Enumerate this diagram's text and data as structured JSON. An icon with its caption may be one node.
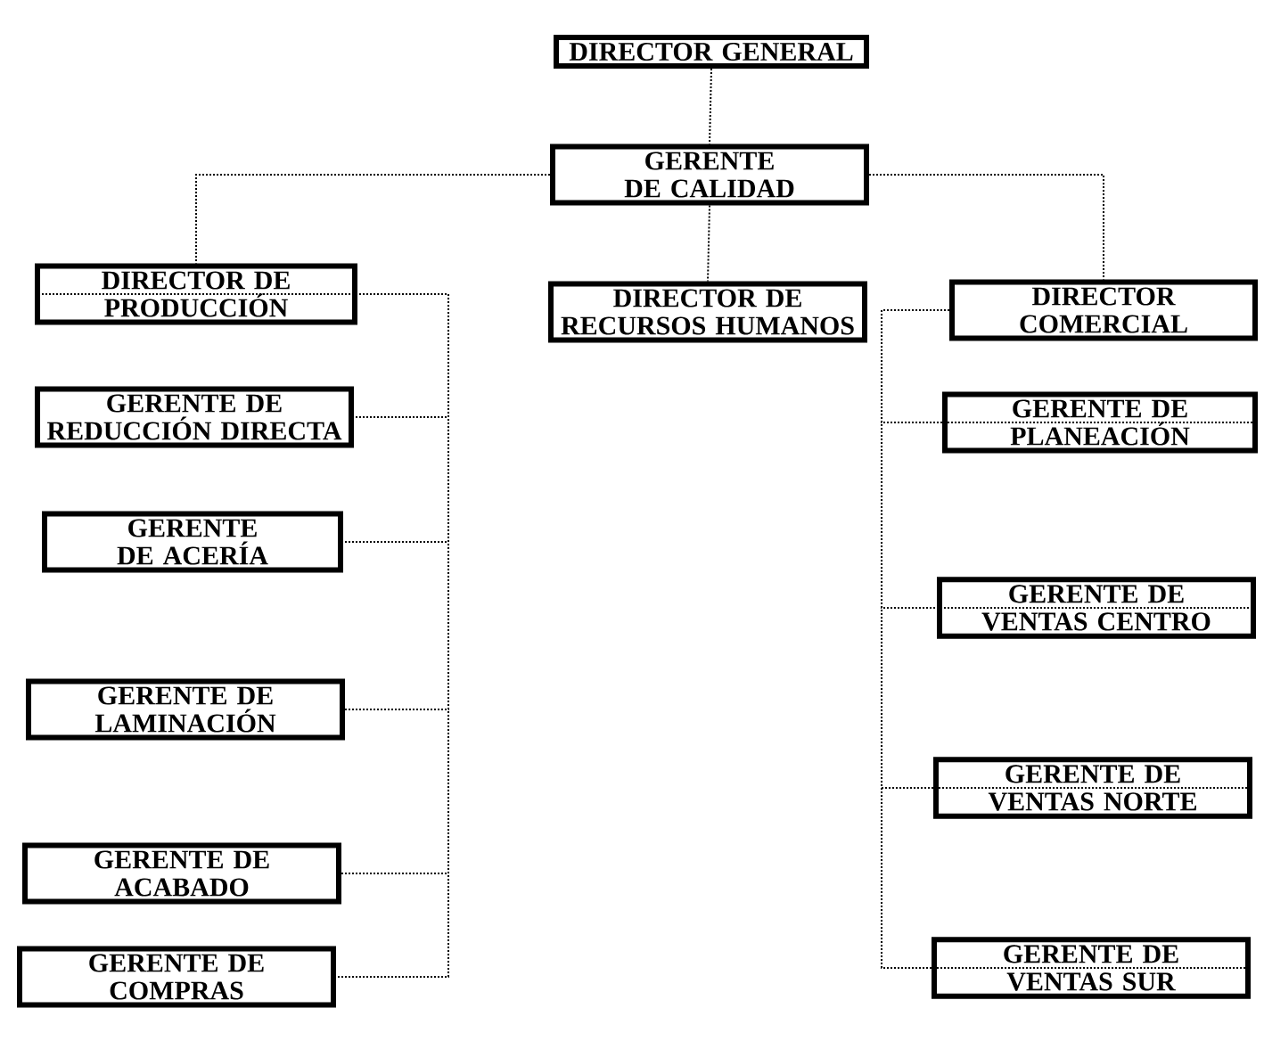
{
  "diagram": {
    "nodes": [
      {
        "text": [
          "DIRECTOR GENERAL"
        ]
      },
      {
        "text": [
          "GERENTE DE CALIDAD"
        ]
      },
      {
        "text": [
          "DIRECTOR DE PRODUCCIÓN"
        ]
      },
      {
        "text": [
          "DIRECTOR DE RECURSOS HUMANOS"
        ]
      },
      {
        "text": [
          "DIRECTOR COMERCIAL"
        ]
      },
      {
        "text": [
          "GERENTE DE REDUCCIÓN DIRECTA"
        ]
      },
      {
        "text": [
          "GERENTE DE ACERÍA"
        ]
      },
      {
        "text": [
          "GERENTE DE LAMINACIÓN"
        ]
      },
      {
        "text": [
          "GERENTE DE ACABADO"
        ]
      },
      {
        "text": [
          "GERENTE DE COMPRAS"
        ]
      },
      {
        "text": [
          "GERENTE DE PLANEACIÓN"
        ]
      },
      {
        "text": [
          "GERENTE DE VENTAS CENTRO"
        ]
      },
      {
        "text": [
          "GERENTE DE VENTAS NORTE"
        ]
      },
      {
        "text": [
          "GERENTE DE VENTAS SUR"
        ]
      }
    ],
    "edges": [
      {
        "from": 0,
        "to": 1,
        "arrow": "none"
      },
      {
        "from": 1,
        "to": 2,
        "arrow": "none"
      },
      {
        "from": 1,
        "to": 3,
        "arrow": "none"
      },
      {
        "from": 1,
        "to": 4,
        "arrow": "none"
      },
      {
        "from": 2,
        "to": 5,
        "arrow": "none"
      },
      {
        "from": 2,
        "to": 6,
        "arrow": "none"
      },
      {
        "from": 2,
        "to": 7,
        "arrow": "none"
      },
      {
        "from": 2,
        "to": 8,
        "arrow": "none"
      },
      {
        "from": 2,
        "to": 9,
        "arrow": "none"
      },
      {
        "from": 4,
        "to": 10,
        "arrow": "none"
      },
      {
        "from": 4,
        "to": 11,
        "arrow": "none"
      },
      {
        "from": 4,
        "to": 12,
        "arrow": "none"
      },
      {
        "from": 4,
        "to": 13,
        "arrow": "none"
      }
    ]
  }
}
